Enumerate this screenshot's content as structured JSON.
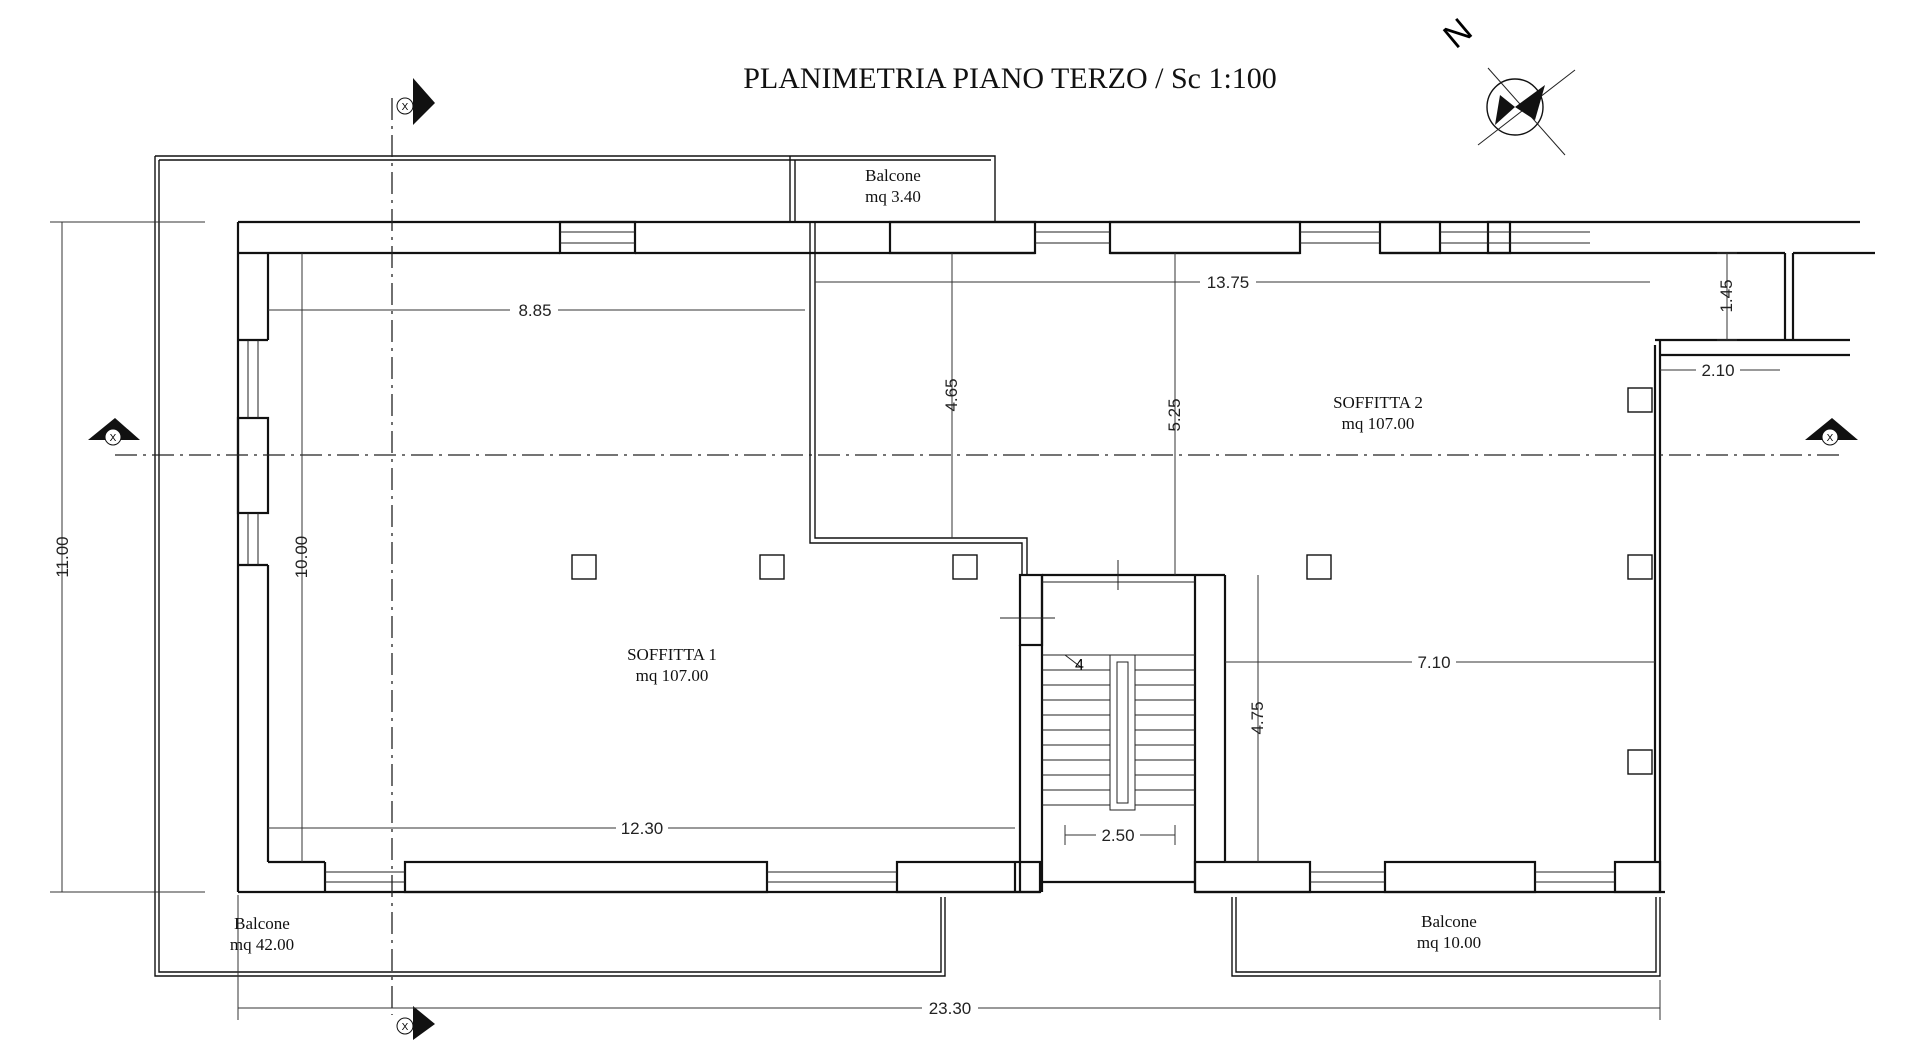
{
  "title": "PLANIMETRIA PIANO TERZO / Sc 1:100",
  "north_letter": "N",
  "rooms": [
    {
      "name": "SOFFITTA 1",
      "area": "mq 107.00"
    },
    {
      "name": "SOFFITTA 2",
      "area": "mq 107.00"
    }
  ],
  "balconies": [
    {
      "name": "Balcone",
      "area": "mq 3.40"
    },
    {
      "name": "Balcone",
      "area": "mq 42.00"
    },
    {
      "name": "Balcone",
      "area": "mq 10.00"
    }
  ],
  "dimensions": {
    "d_8_85": "8.85",
    "d_13_75": "13.75",
    "d_1_45": "1.45",
    "d_2_10": "2.10",
    "d_4_65": "4.65",
    "d_5_25": "5.25",
    "d_11_00": "11.00",
    "d_10_00": "10.00",
    "d_7_10": "7.10",
    "d_4_75": "4.75",
    "d_12_30": "12.30",
    "d_2_50": "2.50",
    "d_23_30": "23.30"
  },
  "section_marker": "X",
  "stair_label": "4"
}
